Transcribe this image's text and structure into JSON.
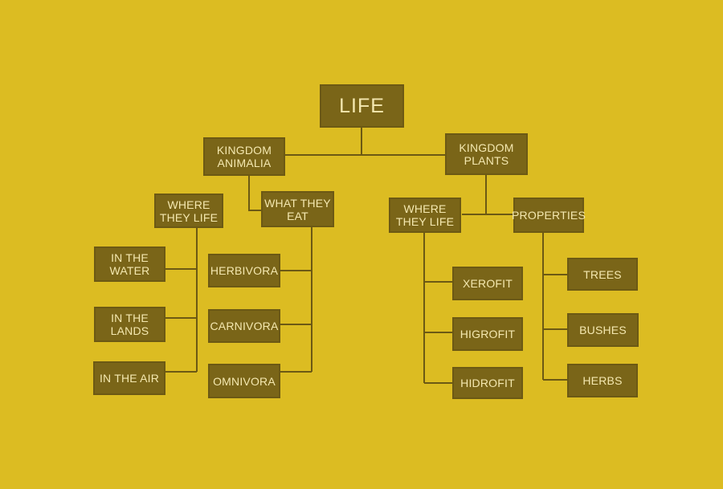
{
  "colors": {
    "background": "#dcbc22",
    "box": "#7a6518",
    "text": "#f4e8b0",
    "line": "#6c5914"
  },
  "nodes": {
    "life": "LIFE",
    "kingdom_animalia": "KINGDOM\nANIMALIA",
    "kingdom_plants": "KINGDOM\nPLANTS",
    "animal_where": "WHERE\nTHEY LIFE",
    "animal_eat": "WHAT THEY\nEAT",
    "in_water": "IN THE\nWATER",
    "in_lands": "IN THE\nLANDS",
    "in_air": "IN THE AIR",
    "herbivora": "HERBIVORA",
    "carnivora": "CARNIVORA",
    "omnivora": "OMNIVORA",
    "plant_where": "WHERE\nTHEY LIFE",
    "properties": "PROPERTIES",
    "xerofit": "XEROFIT",
    "higrofit": "HIGROFIT",
    "hidrofit": "HIDROFIT",
    "trees": "TREES",
    "bushes": "BUSHES",
    "herbs": "HERBS"
  }
}
